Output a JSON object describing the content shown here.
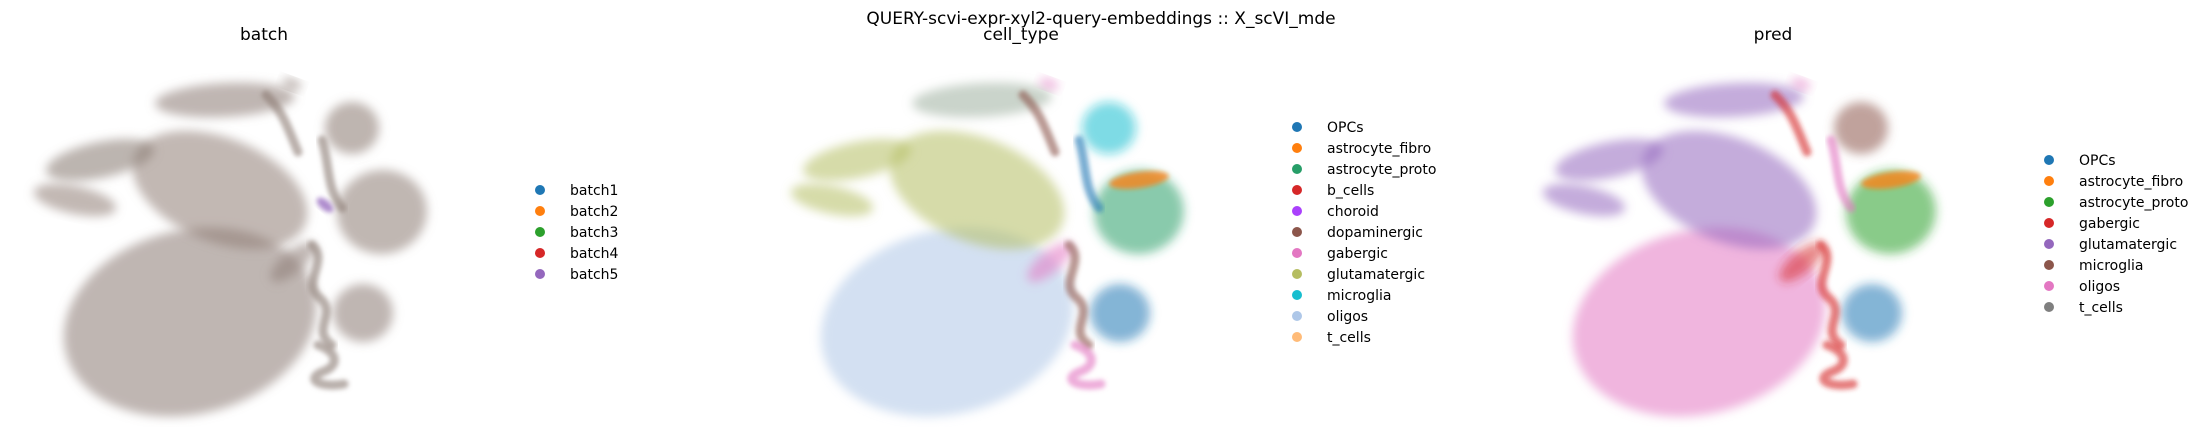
{
  "figure": {
    "suptitle": "QUERY-scvi-expr-xyl2-query-embeddings :: X_scVI_mde"
  },
  "colors": {
    "batch1": "#1f77b4",
    "batch2": "#ff7f0e",
    "batch3": "#2ca02c",
    "batch4": "#d62728",
    "batch5": "#9467bd",
    "OPCs": "#1f77b4",
    "astrocyte_fibro": "#ff7f0e",
    "astrocyte_proto": "#279e68",
    "b_cells": "#d62728",
    "choroid": "#aa40fc",
    "dopaminergic": "#8c564b",
    "gabergic": "#e377c2",
    "glutamatergic": "#b5bd61",
    "microglia": "#17becf",
    "oligos": "#aec7e8",
    "t_cells": "#ffbb78",
    "pred_OPCs": "#1f77b4",
    "pred_astrocyte_fibro": "#ff7f0e",
    "pred_astrocyte_proto": "#2ca02c",
    "pred_gabergic": "#d62728",
    "pred_glutamatergic": "#9467bd",
    "pred_microglia": "#8c564b",
    "pred_oligos": "#e377c2",
    "pred_t_cells": "#7f7f7f"
  },
  "chart_data": [
    {
      "type": "scatter",
      "title": "batch",
      "legend": [
        "batch1",
        "batch2",
        "batch3",
        "batch4",
        "batch5"
      ],
      "legend_position": "right",
      "grid": false,
      "axes_visible": false
    },
    {
      "type": "scatter",
      "title": "cell_type",
      "legend": [
        "OPCs",
        "astrocyte_fibro",
        "astrocyte_proto",
        "b_cells",
        "choroid",
        "dopaminergic",
        "gabergic",
        "glutamatergic",
        "microglia",
        "oligos",
        "t_cells"
      ],
      "legend_position": "right",
      "grid": false,
      "axes_visible": false
    },
    {
      "type": "scatter",
      "title": "pred",
      "legend": [
        "OPCs",
        "astrocyte_fibro",
        "astrocyte_proto",
        "gabergic",
        "glutamatergic",
        "microglia",
        "oligos",
        "t_cells"
      ],
      "legend_position": "right",
      "grid": false,
      "axes_visible": false
    }
  ]
}
